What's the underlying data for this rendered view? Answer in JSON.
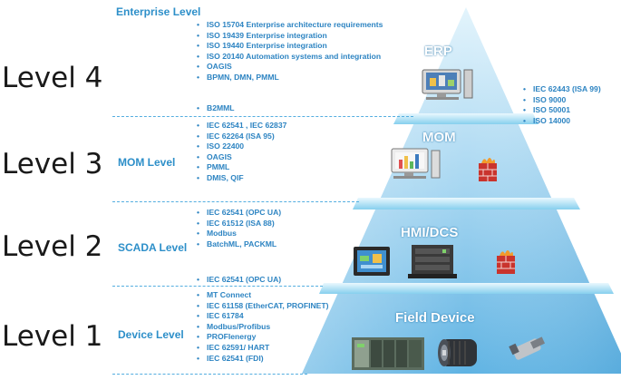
{
  "levels": [
    {
      "label": "Level 4"
    },
    {
      "label": "Level 3"
    },
    {
      "label": "Level 2"
    },
    {
      "label": "Level 1"
    }
  ],
  "bands": {
    "enterprise": {
      "title": "Enterprise Level",
      "items": [
        "ISO 15704 Enterprise architecture requirements",
        "ISO 19439 Enterprise integration",
        "ISO 19440 Enterprise integration",
        "ISO 20140 Automation systems and integration",
        "OAGIS",
        "BPMN, DMN, PMML"
      ],
      "bottom": "B2MML"
    },
    "mom": {
      "title": "MOM Level",
      "items": [
        "IEC 62541 , IEC 62837",
        "IEC 62264 (ISA 95)",
        "ISO 22400",
        "OAGIS",
        "PMML",
        "DMIS, QIF"
      ]
    },
    "scada": {
      "title": "SCADA Level",
      "items": [
        "IEC 62541 (OPC UA)",
        "IEC 61512 (ISA 88)",
        "Modbus",
        "BatchML, PACKML"
      ],
      "bottom": "IEC 62541 (OPC UA)"
    },
    "device": {
      "title": "Device Level",
      "items": [
        "MT Connect",
        "IEC 61158 (EtherCAT, PROFINET)",
        "IEC 61784",
        "Modbus/Profibus",
        "PROFIenergy",
        "IEC 62591/ HART",
        "IEC 62541 (FDI)"
      ]
    }
  },
  "tiers": {
    "erp": "ERP",
    "mom": "MOM",
    "hmi": "HMI/DCS",
    "field": "Field Device"
  },
  "right_list": [
    "IEC 62443 (ISA 99)",
    "ISO 9000",
    "ISO 50001",
    "ISO 14000"
  ],
  "colors": {
    "accent": "#2d8fc9",
    "pyramid_light": "#d6effb",
    "pyramid_dark": "#5fb3e3",
    "separator": "#9fdcf5"
  },
  "icons": [
    "erp-computer-icon",
    "mom-computer-icon",
    "firewall-icon",
    "hmi-panel-icon",
    "dcs-server-icon",
    "plc-icon",
    "motor-icon",
    "sensor-icon"
  ]
}
